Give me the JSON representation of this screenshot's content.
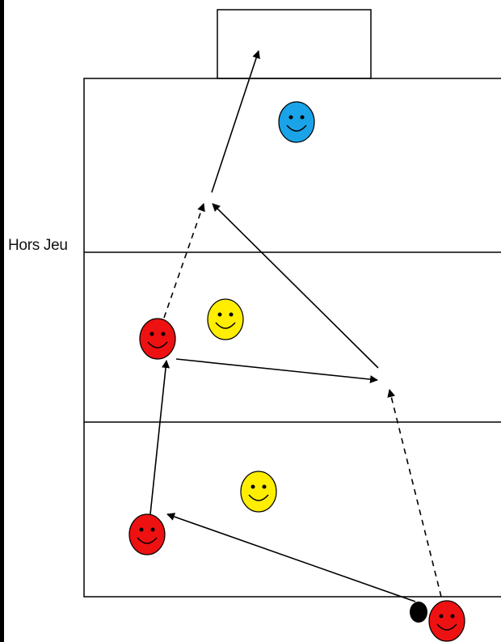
{
  "labels": {
    "offside_line": "Hors Jeu"
  },
  "colors": {
    "attacker": "#ee1111",
    "defender": "#ffee00",
    "goalkeeper": "#1aa3e8",
    "ball": "#000000",
    "line": "#000000"
  },
  "players": [
    {
      "role": "goalkeeper",
      "color": "goalkeeper"
    },
    {
      "role": "defender",
      "color": "defender"
    },
    {
      "role": "defender",
      "color": "defender"
    },
    {
      "role": "attacker",
      "color": "attacker"
    },
    {
      "role": "attacker",
      "color": "attacker"
    },
    {
      "role": "attacker",
      "color": "attacker"
    }
  ],
  "movements": [
    {
      "type": "pass",
      "style": "solid"
    },
    {
      "type": "run",
      "style": "dashed"
    },
    {
      "type": "pass",
      "style": "solid"
    },
    {
      "type": "pass",
      "style": "solid"
    },
    {
      "type": "pass",
      "style": "solid"
    },
    {
      "type": "run",
      "style": "dashed"
    },
    {
      "type": "shot",
      "style": "solid"
    }
  ]
}
